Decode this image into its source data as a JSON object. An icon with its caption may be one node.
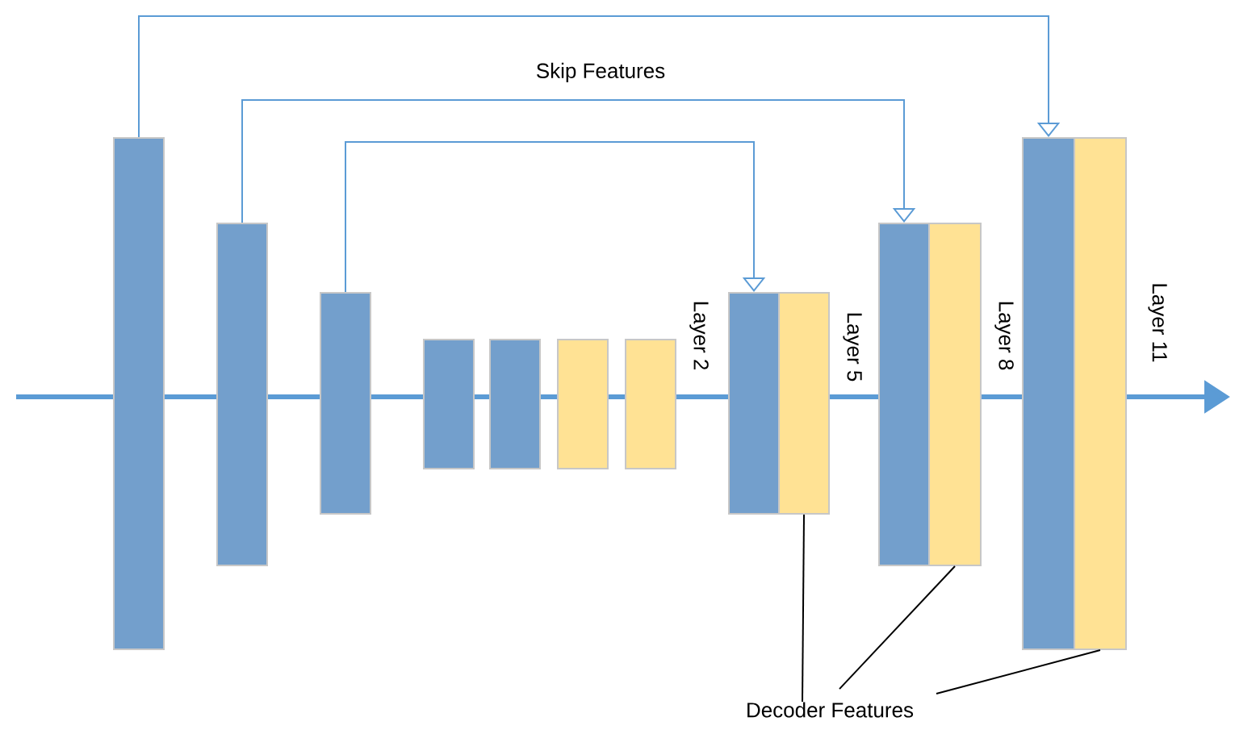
{
  "diagram": {
    "nodes": [
      {
        "text": [],
        "shape": "bar"
      },
      {
        "text": [],
        "shape": "bar"
      },
      {
        "text": [],
        "shape": "bar"
      },
      {
        "text": [],
        "shape": "bar"
      },
      {
        "text": [],
        "shape": "bar"
      },
      {
        "text": [],
        "shape": "bar"
      },
      {
        "text": [],
        "shape": "bar"
      },
      {
        "text": [],
        "shape": "bar"
      },
      {
        "text": [],
        "shape": "bar"
      },
      {
        "text": [],
        "shape": "bar"
      },
      {
        "text": [],
        "shape": "bar"
      },
      {
        "text": [],
        "shape": "bar"
      },
      {
        "text": [],
        "shape": "bar"
      },
      {
        "text": [
          "Decoder Features"
        ]
      }
    ],
    "edges": [
      {
        "from": null,
        "to": 0,
        "arrow": "none"
      },
      {
        "from": 0,
        "to": 1,
        "arrow": "none"
      },
      {
        "from": 1,
        "to": 2,
        "arrow": "none"
      },
      {
        "from": 2,
        "to": 3,
        "arrow": "none"
      },
      {
        "from": 3,
        "to": 4,
        "arrow": "none"
      },
      {
        "from": 4,
        "to": 5,
        "arrow": "none"
      },
      {
        "from": 5,
        "to": 6,
        "arrow": "none"
      },
      {
        "from": 6,
        "to": 7,
        "arrow": "none"
      },
      {
        "from": 8,
        "to": 9,
        "arrow": "none"
      },
      {
        "from": 10,
        "to": 11,
        "arrow": "none"
      },
      {
        "from": 12,
        "to": null,
        "arrow": "to"
      },
      {
        "from": 0,
        "to": 11,
        "arrow": "to"
      },
      {
        "from": 1,
        "to": 9,
        "arrow": "to"
      },
      {
        "from": 2,
        "to": 7,
        "arrow": "to"
      },
      {
        "from": 13,
        "to": 8,
        "arrow": "none",
        "color": "#000000"
      },
      {
        "from": 13,
        "to": 10,
        "arrow": "none",
        "color": "#000000"
      },
      {
        "from": 13,
        "to": 12,
        "arrow": "none",
        "color": "#000000"
      }
    ],
    "labels": [
      "Skip Features",
      "Layer 2",
      "Layer 5",
      "Layer 8",
      "Layer 11"
    ]
  }
}
